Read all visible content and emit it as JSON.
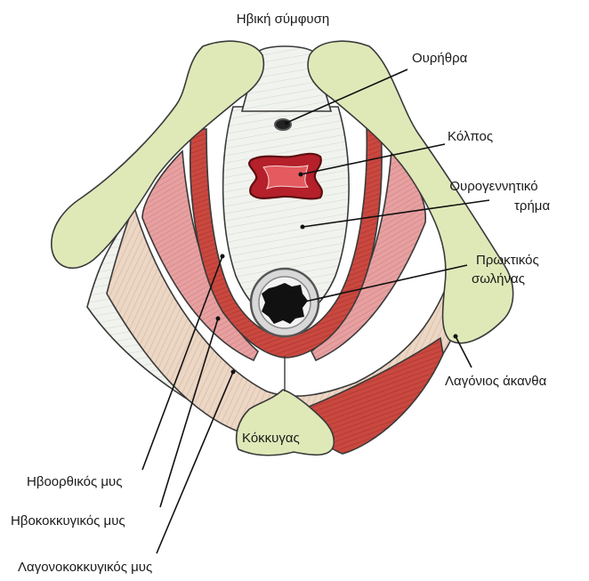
{
  "diagram": {
    "labels": {
      "pubic_symphysis": "Ηβική σύμφυση",
      "urethra": "Ουρήθρα",
      "vagina": "Κόλπος",
      "urogenital_hiatus_1": "Ουρογεννητικό",
      "urogenital_hiatus_2": "τρήμα",
      "anal_canal_1": "Πρωκτικός",
      "anal_canal_2": "σωλήνας",
      "ischial_spine": "Λαγόνιος άκανθα",
      "coccyx": "Κόκκυγας",
      "puborectalis": "Ηβοορθικός μυς",
      "pubococcygeus": "Ηβοκοκκυγικός μυς",
      "iliococcygeus": "Λαγονοκοκκυγικός μυς"
    },
    "colors": {
      "bone": "#dfe9b8",
      "muscle_red": "#c9483f",
      "muscle_pink": "#e7a0a0",
      "muscle_beige": "#ecd6c4",
      "tissue_white": "#f1f3ee",
      "lumen_dark": "#111111"
    }
  }
}
